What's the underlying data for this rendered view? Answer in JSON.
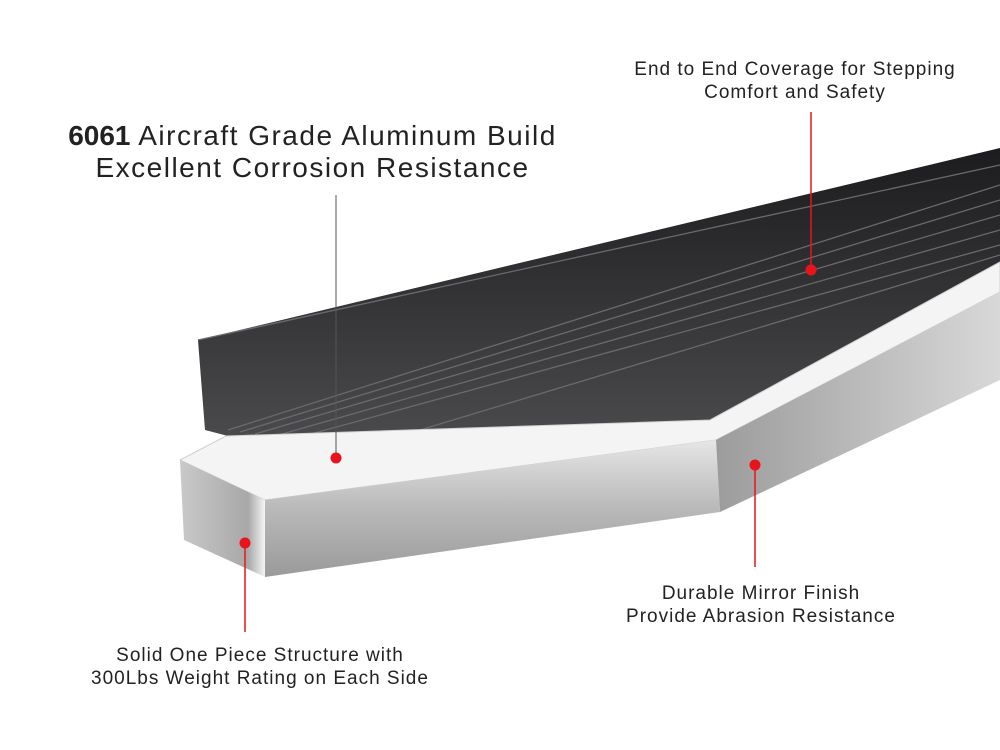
{
  "callouts": {
    "aluminum": {
      "line1_lead": "6061",
      "line1_rest": " Aircraft Grade Aluminum Build",
      "line2": "Excellent Corrosion Resistance"
    },
    "coverage": {
      "line1": "End to End Coverage for Stepping",
      "line2": "Comfort and Safety"
    },
    "mirror": {
      "line1": "Durable Mirror Finish",
      "line2": "Provide Abrasion Resistance"
    },
    "structure": {
      "line1": "Solid One Piece Structure with",
      "line2": "300Lbs Weight Rating on Each Side"
    }
  },
  "colors": {
    "marker": "#e8141b",
    "tread": "#2b2b2d",
    "chrome": "#c8c8c8"
  }
}
